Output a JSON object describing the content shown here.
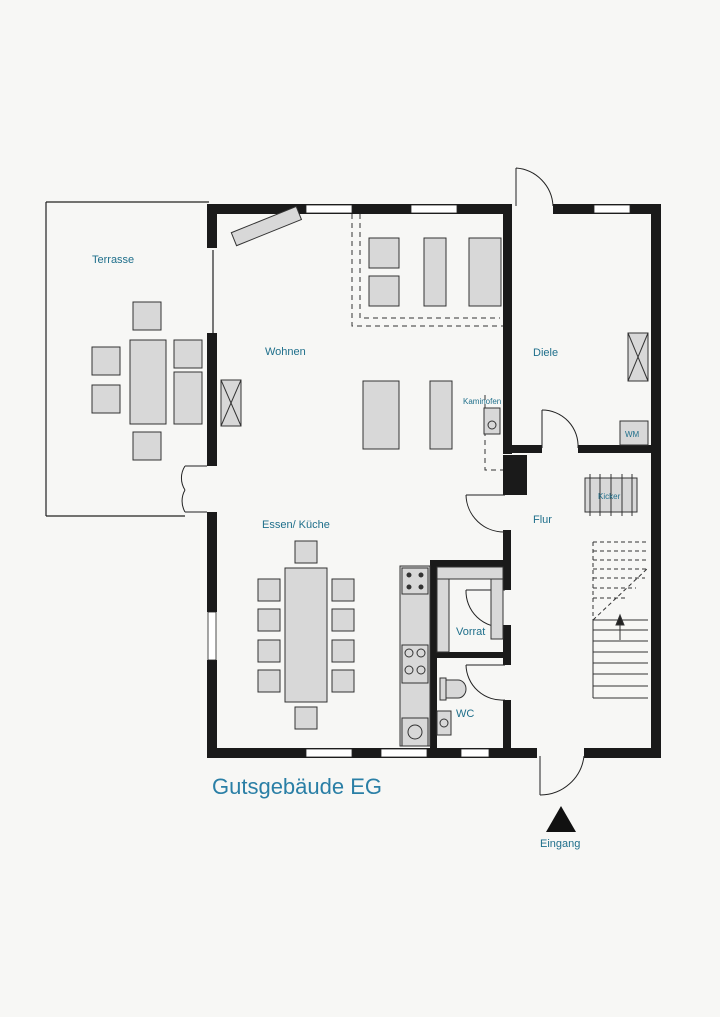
{
  "plan": {
    "title": "Gutsgebäude EG",
    "entrance_label": "Eingang",
    "rooms": {
      "terrasse": "Terrasse",
      "wohnen": "Wohnen",
      "diele": "Diele",
      "essen_kueche": "Essen/ Küche",
      "flur": "Flur",
      "vorrat": "Vorrat",
      "wc": "WC"
    },
    "fixtures": {
      "kaminofen": "Kaminofen",
      "kicker": "Kicker",
      "wm": "WM"
    },
    "colors": {
      "wall": "#1a1a1a",
      "label": "#1f6f8b",
      "title": "#2a7fa6",
      "furniture_fill": "#d8d8d8",
      "furniture_stroke": "#333333"
    }
  }
}
